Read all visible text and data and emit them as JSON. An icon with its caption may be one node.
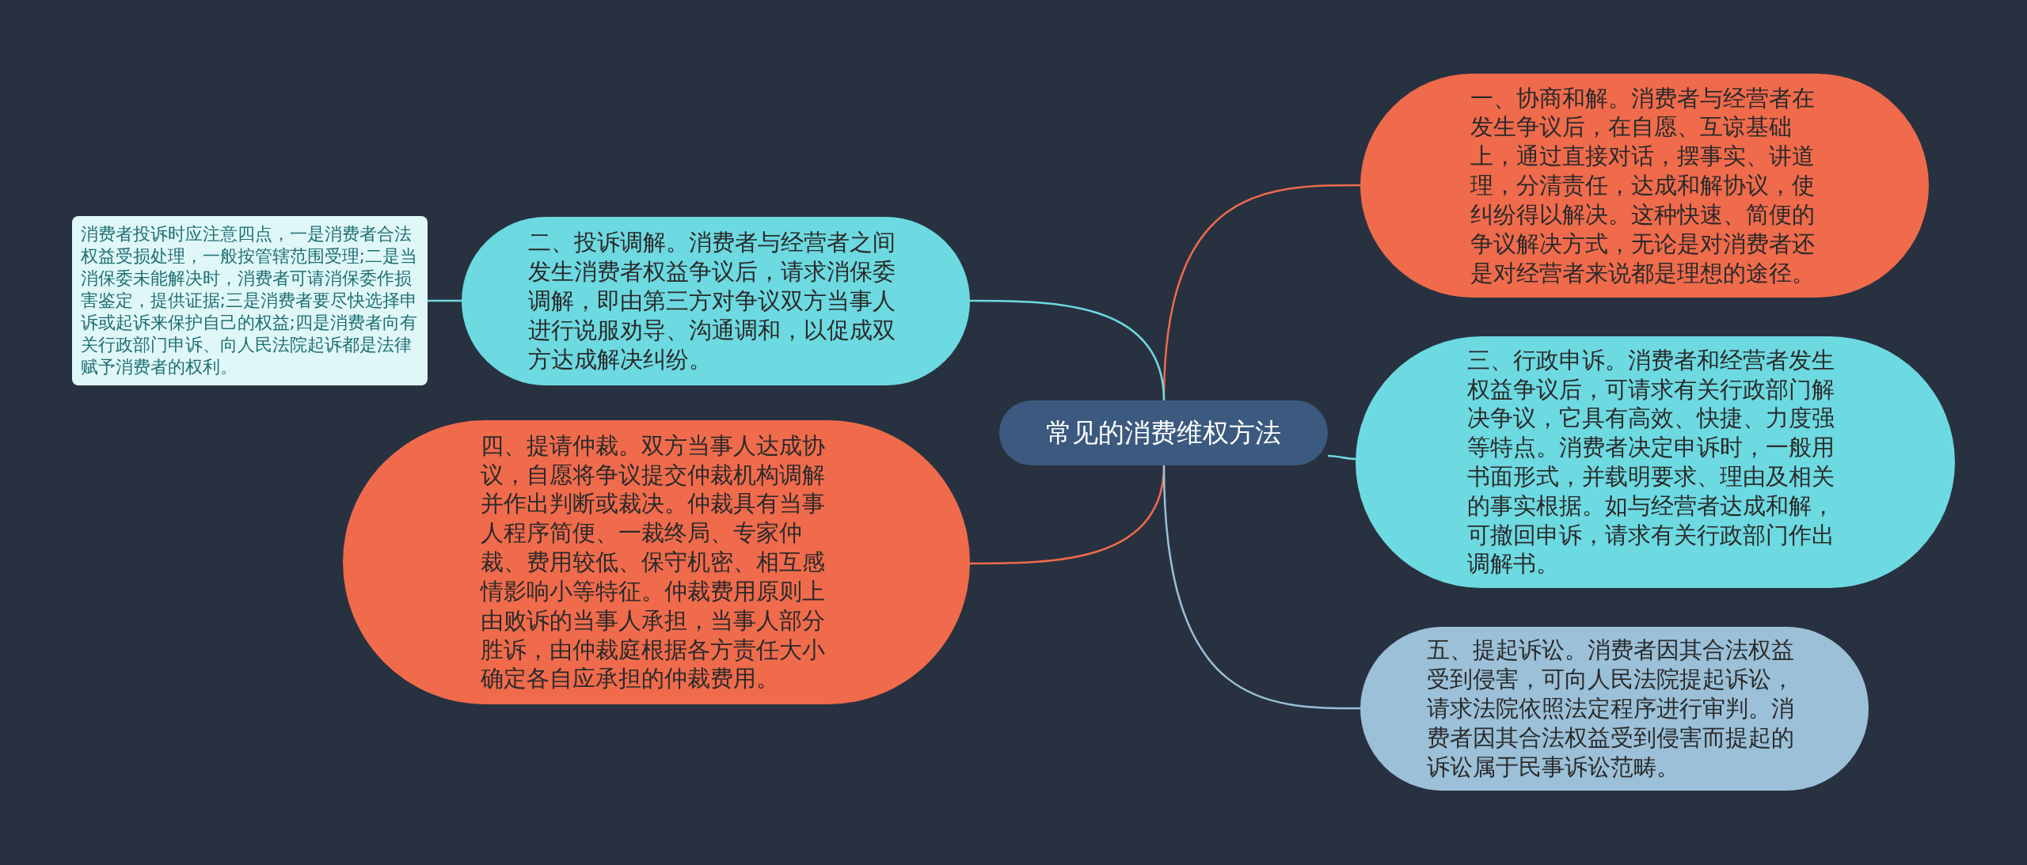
{
  "diagram": {
    "nodes": [
      {
        "text": [
          "常见的消费维权方法"
        ]
      },
      {
        "text": [
          "一、协商和解。消费者与经营者在发生争议后，在自愿、互谅基础上，通过直接对话，摆事实、讲道理，分清责任，达成和解协议，使纠纷得以解决。这种快速、简便的争议解决方式，无论是对消费者还是对经营者来说都是理想的途径。"
        ]
      },
      {
        "text": [
          "二、投诉调解。消费者与经营者之间发生消费者权益争议后，请求消保委调解，即由第三方对争议双方当事人进行说服劝导、沟通调和，以促成双方达成解决纠纷。"
        ]
      },
      {
        "text": [
          "消费者投诉时应注意四点，一是消费者合法权益受损处理，一般按管辖范围受理;二是当消保委未能解决时，消费者可请消保委作损害鉴定，提供证据;三是消费者要尽快选择申诉或起诉来保护自己的权益;四是消费者向有关行政部门申诉、向人民法院起诉都是法律赋予消费者的权利。"
        ]
      },
      {
        "text": [
          "三、行政申诉。消费者和经营者发生权益争议后，可请求有关行政部门解决争议，它具有高效、快捷、力度强等特点。消费者决定申诉时，一般用书面形式，并载明要求、理由及相关的事实根据。如与经营者达成和解，可撤回申诉，请求有关行政部门作出调解书。"
        ]
      },
      {
        "text": [
          "四、提请仲裁。双方当事人达成协议，自愿将争议提交仲裁机构调解并作出判断或裁决。仲裁具有当事人程序简便、一裁终局、专家仲裁、费用较低、保守机密、相互感情影响小等特征。仲裁费用原则上由败诉的当事人承担，当事人部分胜诉，由仲裁庭根据各方责任大小确定各自应承担的仲裁费用。"
        ]
      },
      {
        "text": [
          "五、提起诉讼。消费者因其合法权益受到侵害，可向人民法院提起诉讼，请求法院依照法定程序进行审判。消费者因其合法权益受到侵害而提起的诉讼属于民事诉讼范畴。"
        ]
      }
    ],
    "edges": [
      {
        "from": 0,
        "to": 1,
        "arrow": "none",
        "color": "#ef6b4c"
      },
      {
        "from": 0,
        "to": 2,
        "arrow": "none"
      },
      {
        "from": 2,
        "to": 3,
        "arrow": "none"
      },
      {
        "from": 0,
        "to": 4,
        "arrow": "none"
      },
      {
        "from": 0,
        "to": 5,
        "arrow": "none",
        "color": "#ef6b4c"
      },
      {
        "from": 0,
        "to": 6,
        "arrow": "none",
        "color": "#9bc0d8"
      }
    ]
  }
}
